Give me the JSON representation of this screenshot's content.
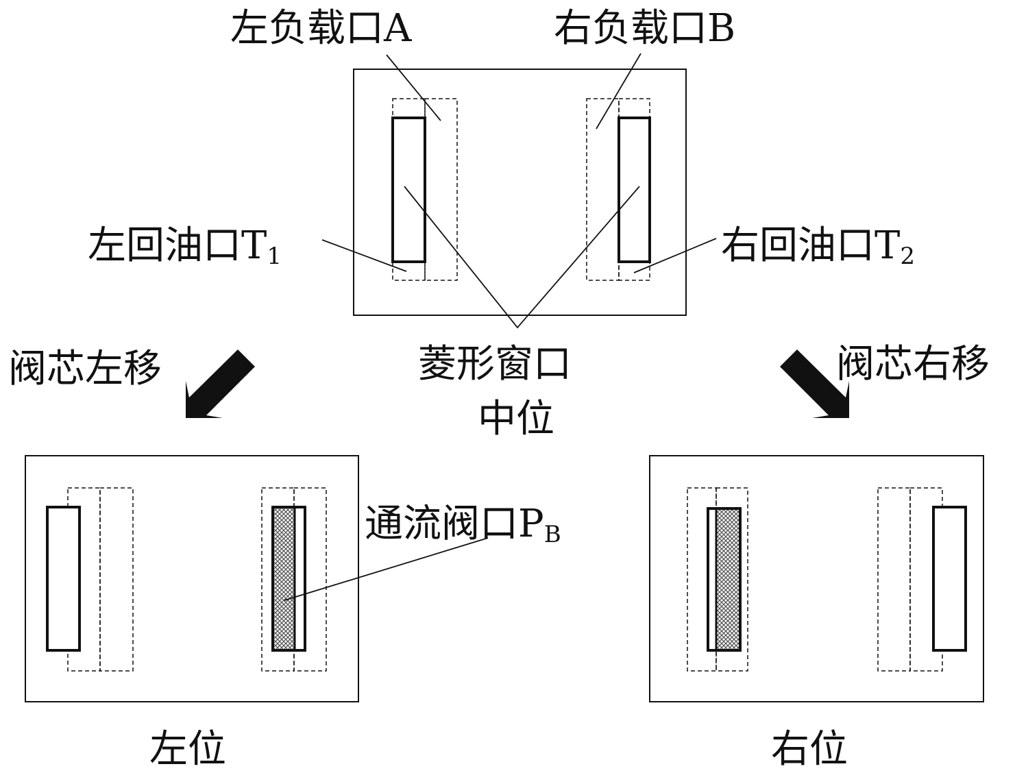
{
  "labels": {
    "left_load_port": "左负载口A",
    "right_load_port": "右负载口B",
    "left_return_port": "左回油口T",
    "left_return_port_sub": "1",
    "right_return_port": "右回油口T",
    "right_return_port_sub": "2",
    "diamond_window": "菱形窗口",
    "middle_position": "中位",
    "spool_move_left": "阀芯左移",
    "spool_move_right": "阀芯右移",
    "flow_port": "通流阀口P",
    "flow_port_sub": "B",
    "left_position": "左位",
    "right_position": "右位"
  },
  "colors": {
    "stroke": "#111111",
    "hatch": "#555555",
    "background": "#ffffff"
  }
}
